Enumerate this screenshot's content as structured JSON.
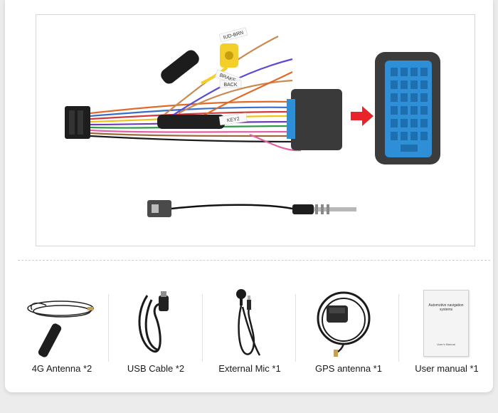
{
  "harness": {
    "labels": [
      "IUD-BRN",
      "BRAKE",
      "BACK",
      "KEY2"
    ]
  },
  "accessories": [
    {
      "label": "4G Antenna *2",
      "icon": "antenna-4g-icon"
    },
    {
      "label": "USB Cable *2",
      "icon": "usb-cable-icon"
    },
    {
      "label": "External Mic *1",
      "icon": "microphone-icon"
    },
    {
      "label": "GPS antenna *1",
      "icon": "gps-antenna-icon"
    },
    {
      "label": "User manual *1",
      "icon": "manual-icon"
    }
  ],
  "manual": {
    "title": "Automotive navigation systems",
    "footer": "User's Manual"
  },
  "colors": {
    "arrow": "#e8232a",
    "connector": "#2f8fd6",
    "foam": "#3a3a3a"
  }
}
